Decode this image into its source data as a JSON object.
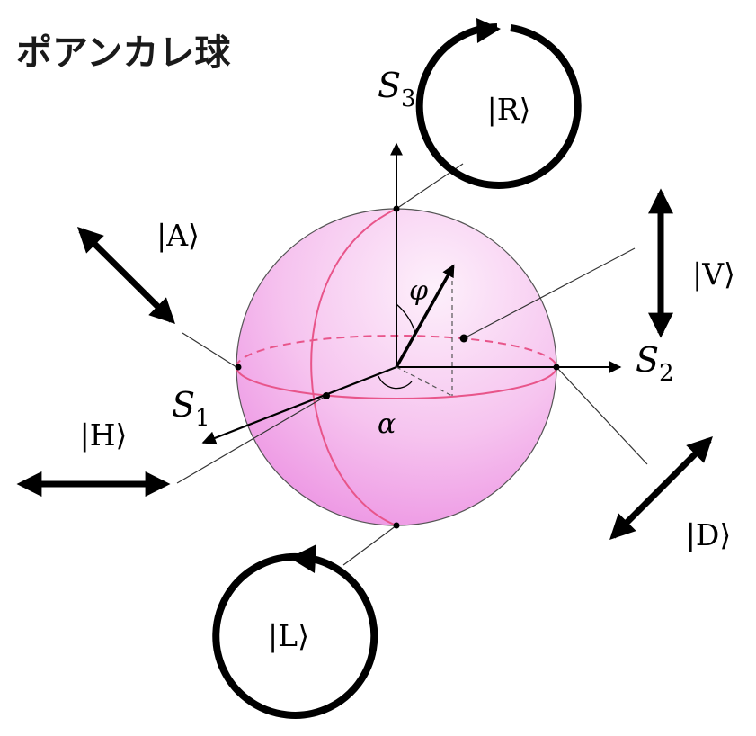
{
  "title": "ポアンカレ球",
  "axes": {
    "s1": {
      "main": "S",
      "sub": "1"
    },
    "s2": {
      "main": "S",
      "sub": "2"
    },
    "s3": {
      "main": "S",
      "sub": "3"
    }
  },
  "states": {
    "R": "|R⟩",
    "L": "|L⟩",
    "H": "|H⟩",
    "V": "|V⟩",
    "A": "|A⟩",
    "D": "|D⟩"
  },
  "angles": {
    "phi": "φ",
    "alpha": "α"
  },
  "colors": {
    "sphere_fill_center": "#fbe4f8",
    "sphere_fill_edge": "#ef9be6",
    "circle_line": "#e8558a",
    "ink": "#000000",
    "leader": "#333333"
  }
}
